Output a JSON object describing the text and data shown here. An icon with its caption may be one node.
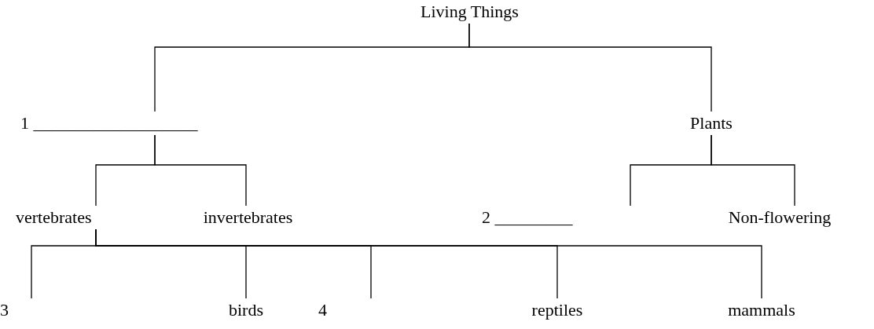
{
  "diagram": {
    "nodes": [
      {
        "text": [
          "Living Things"
        ]
      },
      {
        "text": [
          "1 ___________________"
        ]
      },
      {
        "text": [
          "Plants"
        ]
      },
      {
        "text": [
          "vertebrates"
        ]
      },
      {
        "text": [
          "invertebrates"
        ]
      },
      {
        "text": [
          "2 _________"
        ]
      },
      {
        "text": [
          "Non-flowering"
        ]
      },
      {
        "text": [
          "3"
        ]
      },
      {
        "text": [
          "birds"
        ]
      },
      {
        "text": [
          "4"
        ]
      },
      {
        "text": [
          "reptiles"
        ]
      },
      {
        "text": [
          "mammals"
        ]
      }
    ],
    "edges": [
      {
        "from": 0,
        "to": 1,
        "arrow": "none"
      },
      {
        "from": 0,
        "to": 2,
        "arrow": "none"
      },
      {
        "from": 1,
        "to": 3,
        "arrow": "none"
      },
      {
        "from": 1,
        "to": 4,
        "arrow": "none"
      },
      {
        "from": 2,
        "to": 5,
        "arrow": "none"
      },
      {
        "from": 2,
        "to": 6,
        "arrow": "none"
      },
      {
        "from": 3,
        "to": 7,
        "arrow": "none"
      },
      {
        "from": 3,
        "to": 8,
        "arrow": "none"
      },
      {
        "from": 3,
        "to": 9,
        "arrow": "none"
      },
      {
        "from": 3,
        "to": 10,
        "arrow": "none"
      },
      {
        "from": 3,
        "to": 11,
        "arrow": "none"
      }
    ]
  }
}
